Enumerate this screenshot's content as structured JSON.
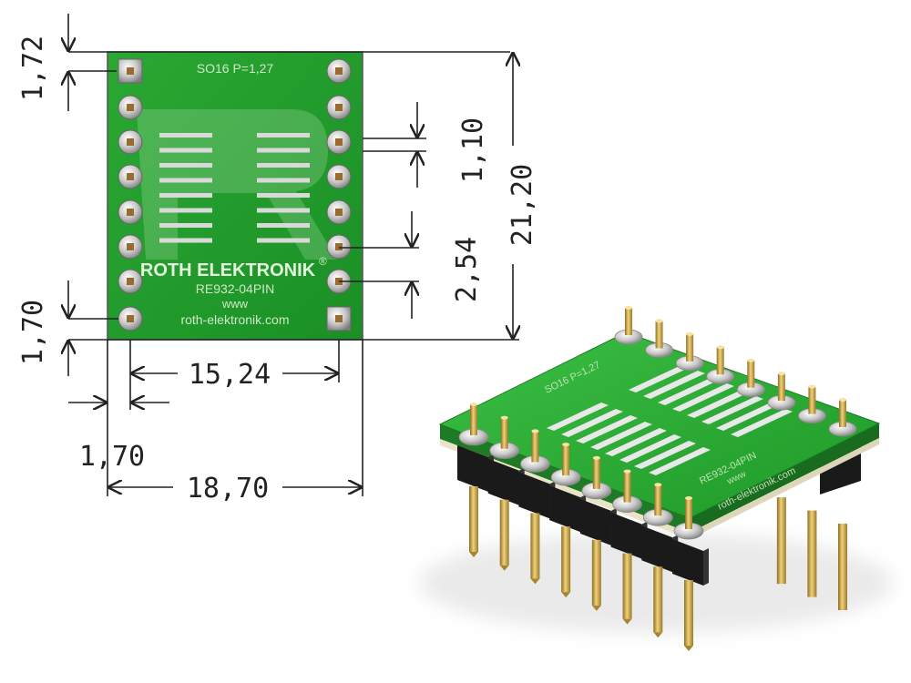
{
  "board": {
    "label_top": "SO16 P=1,27",
    "brand": "ROTH ELEKTRONIK",
    "registered": "®",
    "part_number": "RE932-04PIN",
    "www": "www",
    "website": "roth-elektronik.com"
  },
  "dimensions": {
    "top_margin": "1,72",
    "bottom_margin": "1,70",
    "pad_pitch": "1,10",
    "pin_pitch": "2,54",
    "height": "21,20",
    "pin_row_spacing": "15,24",
    "side_margin": "1,70",
    "width": "18,70"
  },
  "photo": {
    "label_top": "SO16 P=1,27",
    "part_number": "RE932-04PIN",
    "www": "www",
    "website": "roth-elektronik.com"
  },
  "colors": {
    "pcb_green": "#1f9b2a",
    "pcb_green_light": "#35b83d",
    "pad_silver": "#cfcfcf",
    "header_black": "#1c1c1c",
    "pin_gold": "#c9a64a"
  }
}
